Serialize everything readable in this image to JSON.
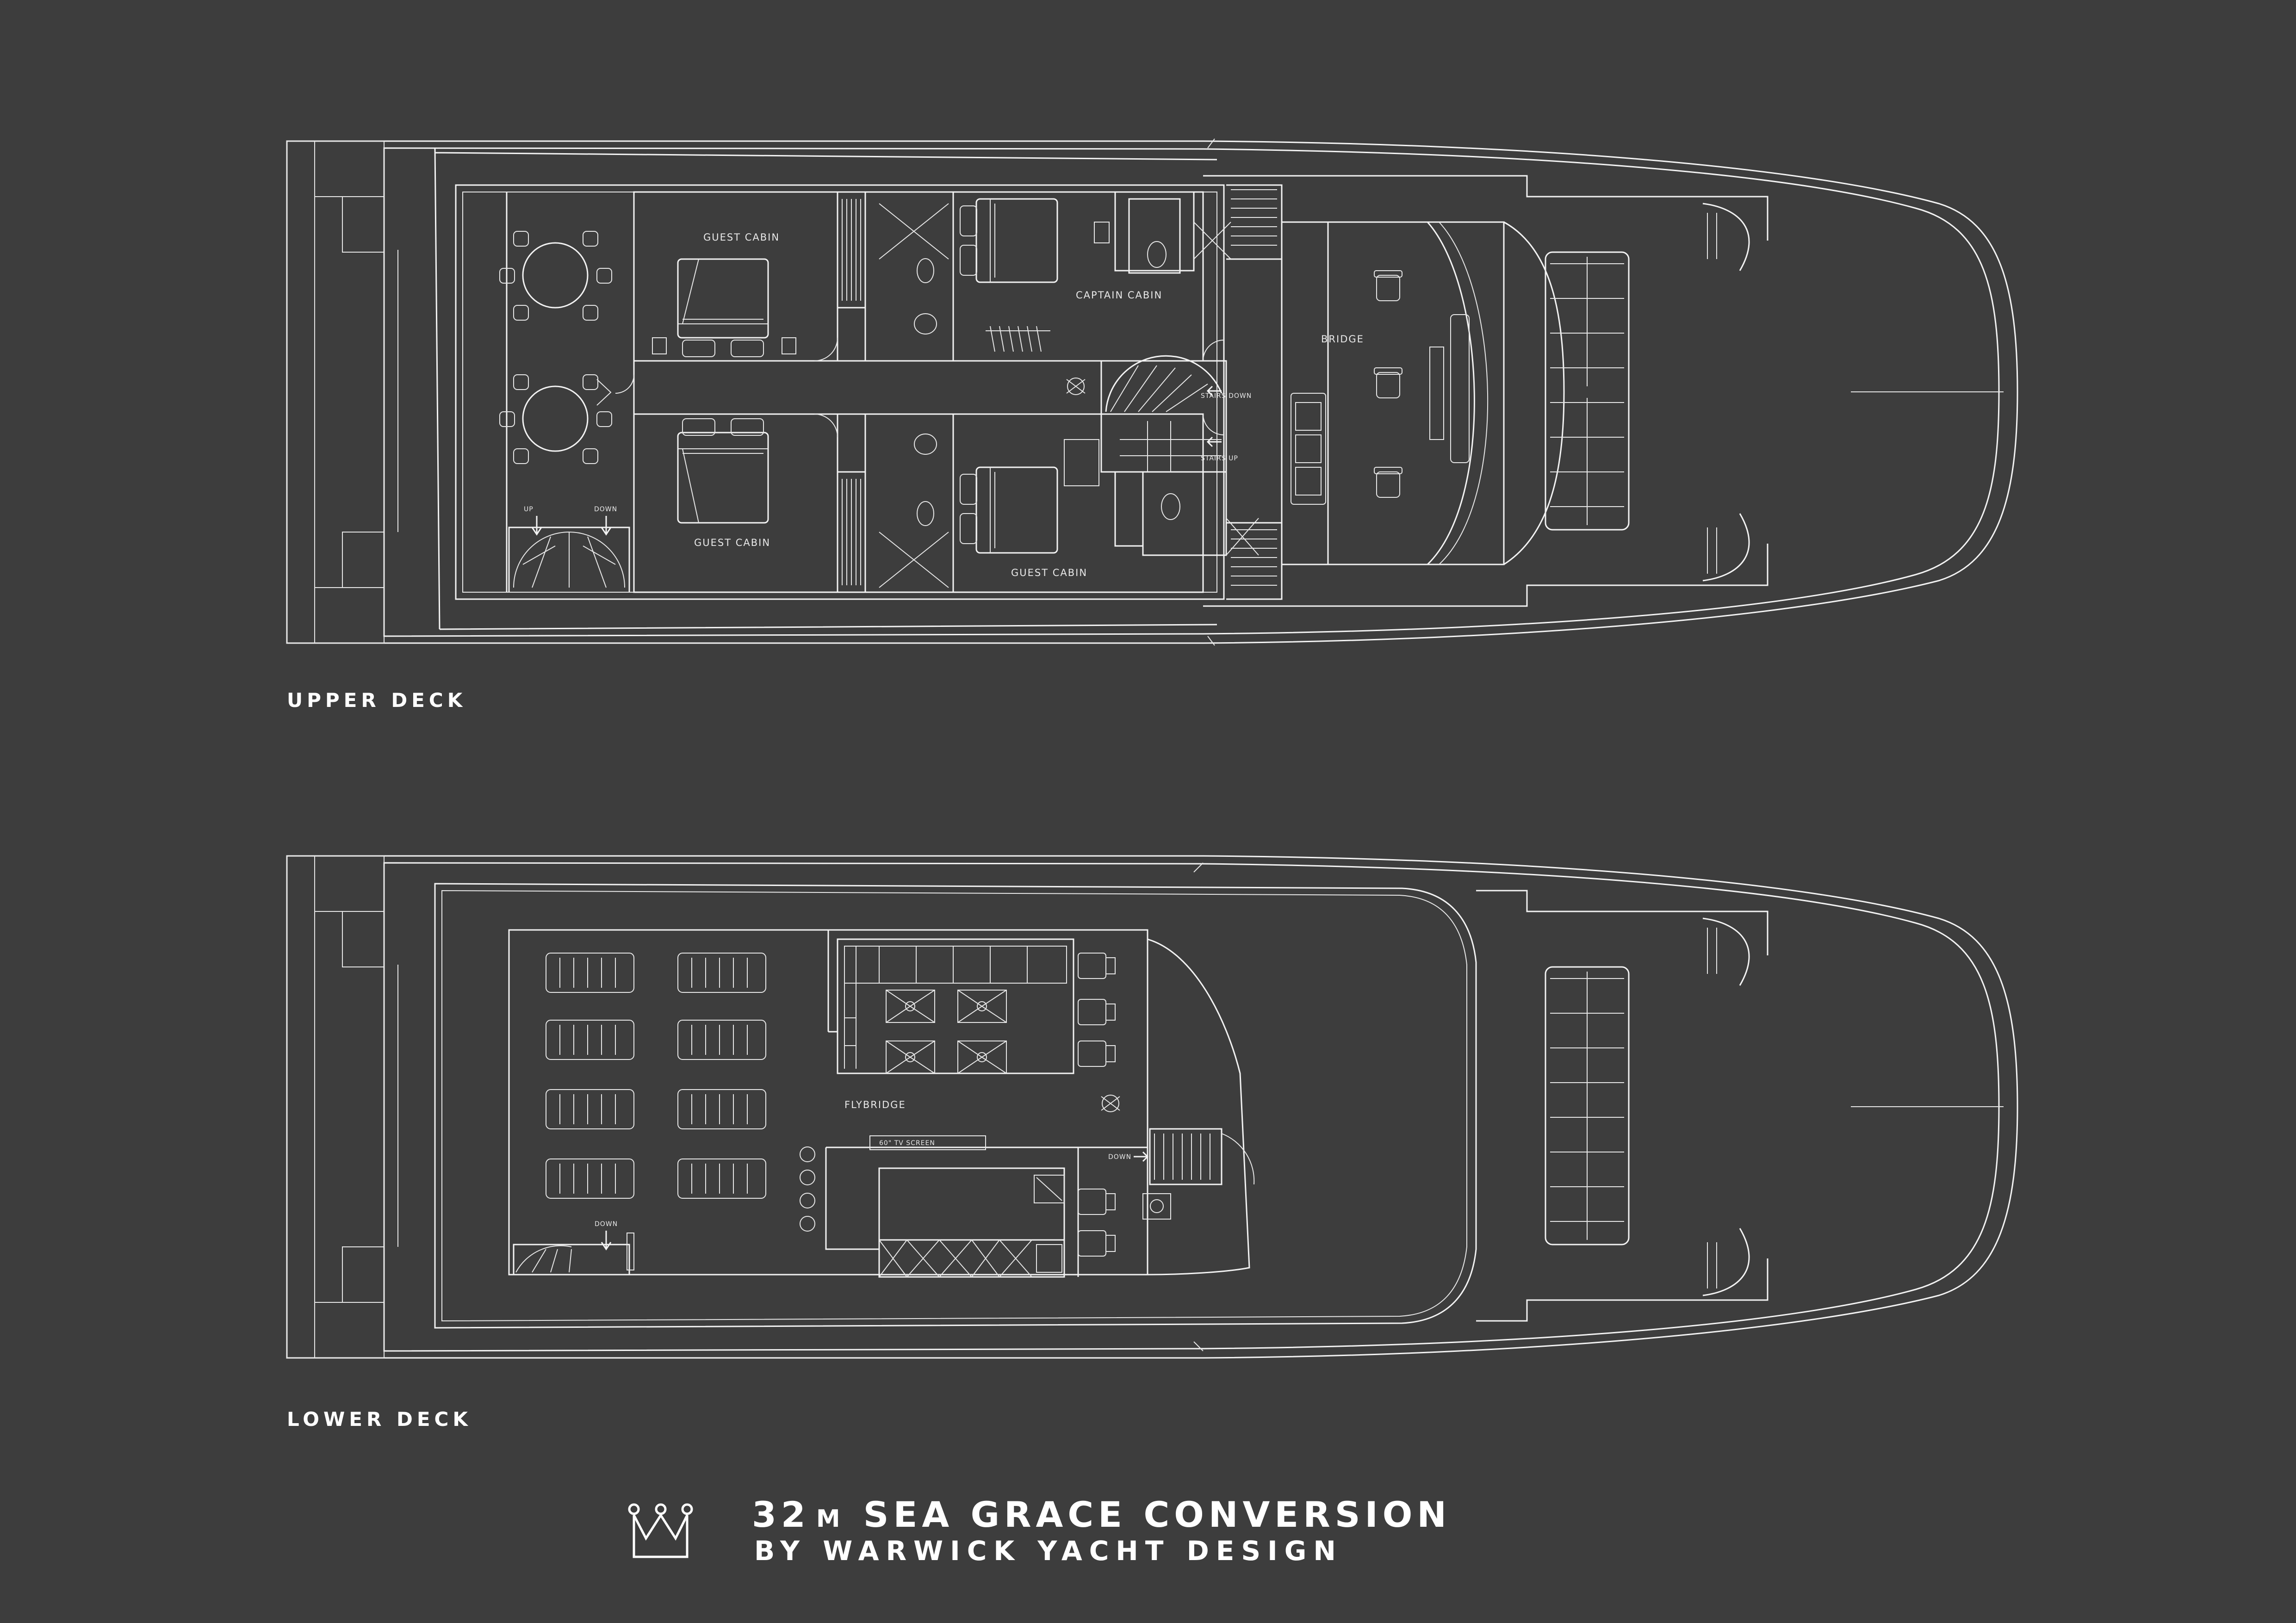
{
  "colors": {
    "background": "#3d3d3d",
    "line": "#f2f2f2"
  },
  "decks": {
    "upper": {
      "label": "UPPER DECK",
      "rooms": {
        "guest_cabin_1": "GUEST CABIN",
        "guest_cabin_2": "GUEST CABIN",
        "guest_cabin_3": "GUEST CABIN",
        "captain_cabin": "CAPTAIN CABIN",
        "bridge": "BRIDGE"
      },
      "annotations": {
        "stairs_down": "STAIRS DOWN",
        "stairs_up": "STAIRS UP",
        "up": "UP",
        "down": "DOWN"
      }
    },
    "lower": {
      "label": "LOWER DECK",
      "rooms": {
        "flybridge": "FLYBRIDGE"
      },
      "annotations": {
        "tv_screen": "60\" TV SCREEN",
        "down_stair": "DOWN",
        "down_aft": "DOWN"
      }
    }
  },
  "title_block": {
    "title_number": "32",
    "title_unit": "M",
    "title_rest": "SEA GRACE CONVERSION",
    "subtitle": "BY WARWICK YACHT DESIGN",
    "logo_icon": "crown-icon"
  }
}
